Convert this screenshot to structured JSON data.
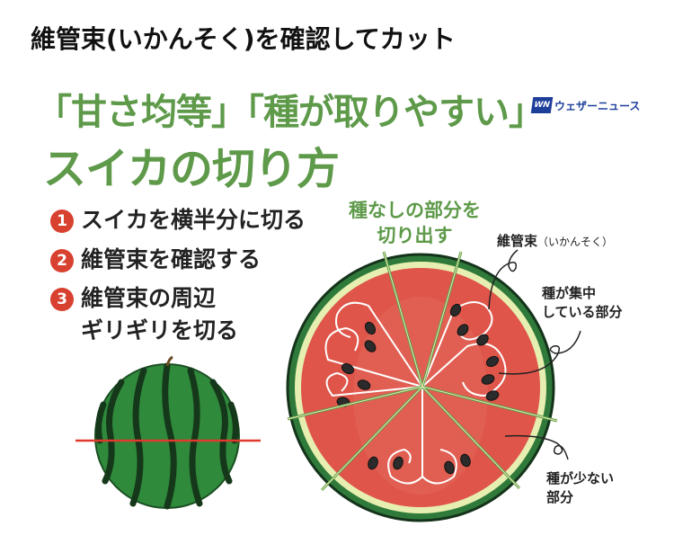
{
  "title": "維管束(いかんそく)を確認してカット",
  "headline": {
    "line1": "「甘さ均等」「種が取りやすい」",
    "line2": "スイカの切り方"
  },
  "brand": {
    "logo": "WN",
    "name": "ウェザーニュース"
  },
  "steps": [
    {
      "num": "1",
      "text": "スイカを横半分に切る"
    },
    {
      "num": "2",
      "text": "維管束を確認する"
    },
    {
      "num": "3",
      "text": "維管束の周辺\nギリギリを切る"
    }
  ],
  "diagram": {
    "cut_label": "種なしの部分を\n切り出す",
    "vascular_label": "維管束",
    "vascular_reading": "（いかんそく）",
    "seeds_dense_label": "種が集中\nしている部分",
    "seeds_few_label": "種が少ない\n部分"
  },
  "colors": {
    "accent_green": "#5e9a4a",
    "step_red": "#d8402f",
    "flesh": "#e0574b",
    "rind": "#2f7a3a"
  }
}
